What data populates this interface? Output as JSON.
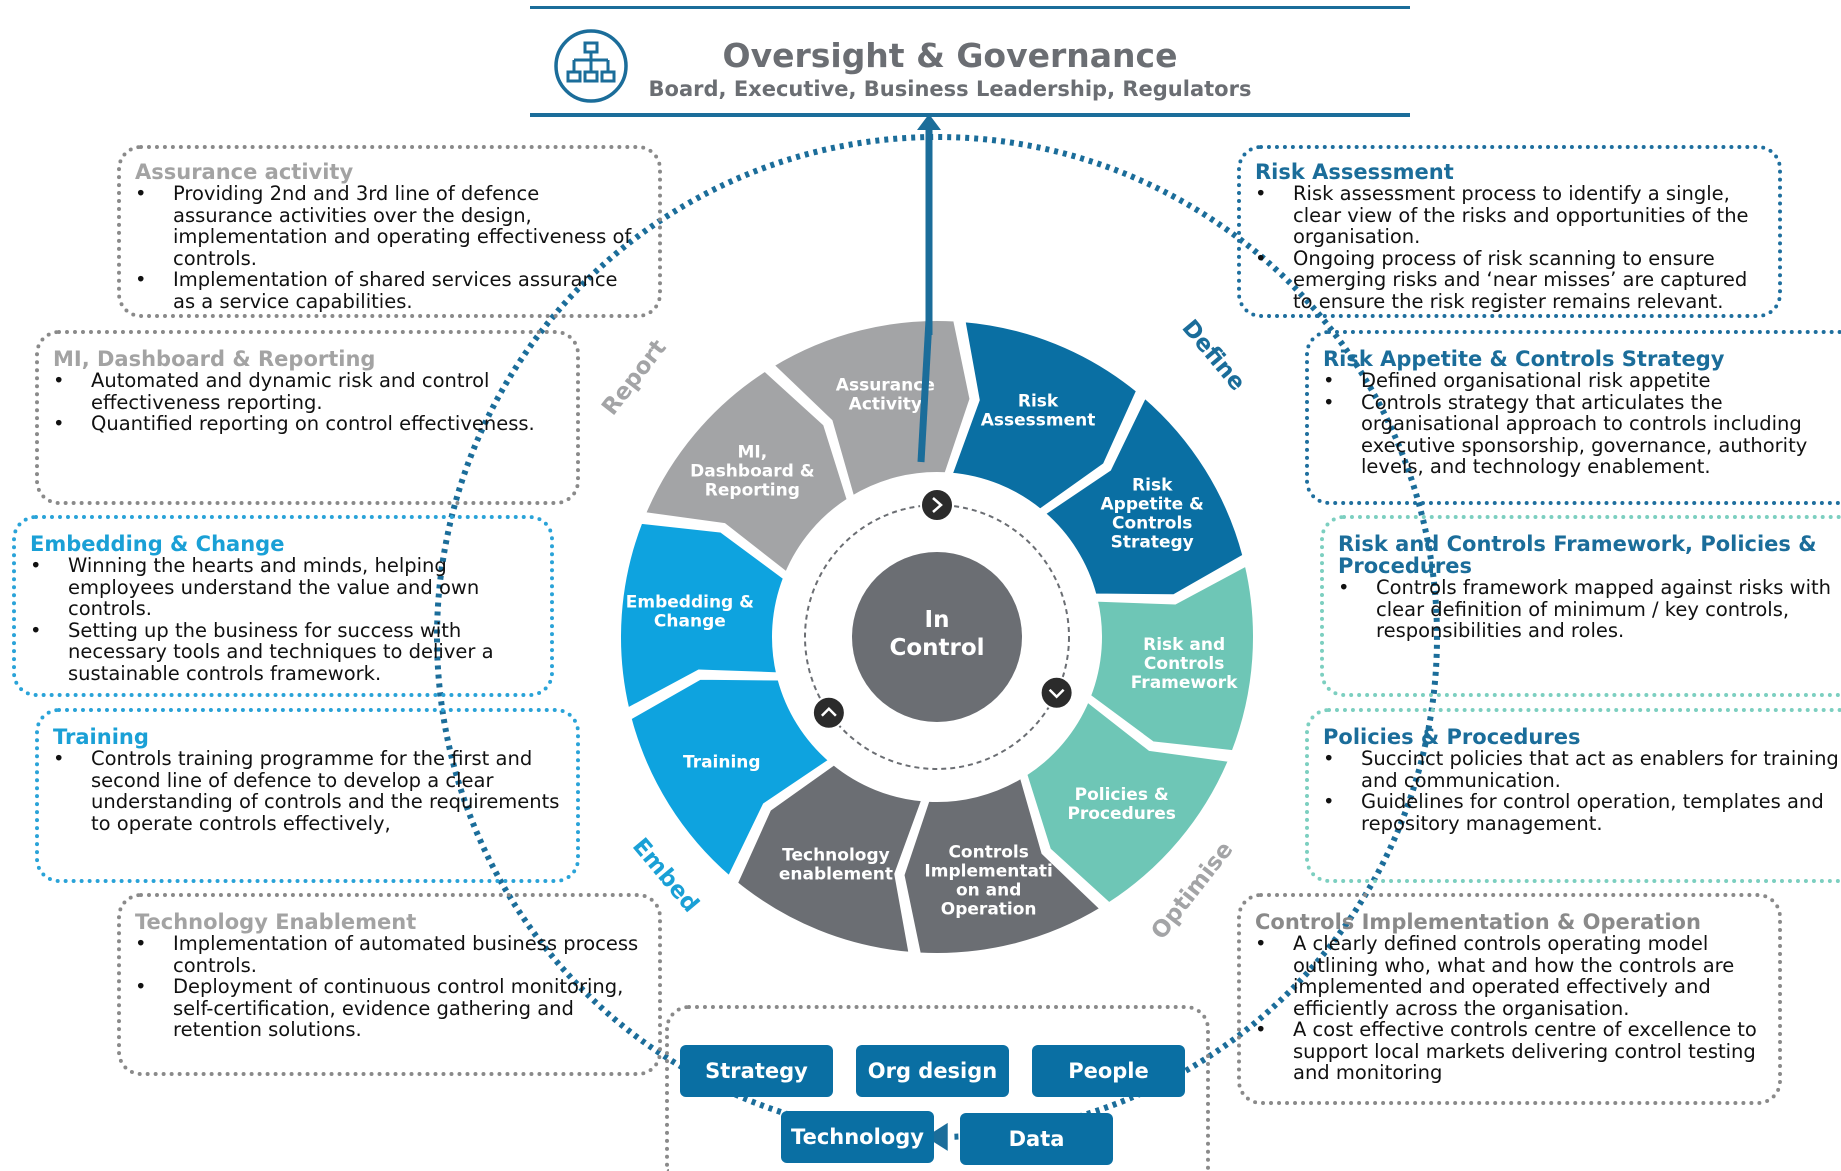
{
  "header": {
    "title": "Oversight & Governance",
    "subtitle": "Board, Executive, Business Leadership, Regulators",
    "icon": "org-chart-icon"
  },
  "center": {
    "line1": "In",
    "line2": "Control"
  },
  "phases": {
    "report": "Report",
    "define": "Define",
    "optimise": "Optimise",
    "embed": "Embed"
  },
  "segments": [
    {
      "lines": [
        "Risk",
        "Assessment"
      ],
      "color": "#0a6fa3"
    },
    {
      "lines": [
        "Risk",
        "Appetite &",
        "Controls",
        "Strategy"
      ],
      "color": "#0a6fa3"
    },
    {
      "lines": [
        "Risk and",
        "Controls",
        "Framework"
      ],
      "color": "#6ec6b6"
    },
    {
      "lines": [
        "Policies &",
        "Procedures"
      ],
      "color": "#6ec6b6"
    },
    {
      "lines": [
        "Controls",
        "Implementati",
        "on and",
        "Operation"
      ],
      "color": "#6b6e73"
    },
    {
      "lines": [
        "Technology",
        "enablement"
      ],
      "color": "#6b6e73"
    },
    {
      "lines": [
        "Training"
      ],
      "color": "#0ea3df"
    },
    {
      "lines": [
        "Embedding &",
        "Change"
      ],
      "color": "#0ea3df"
    },
    {
      "lines": [
        "MI,",
        "Dashboard &",
        "Reporting"
      ],
      "color": "#a3a4a6"
    },
    {
      "lines": [
        "Assurance",
        "Activity"
      ],
      "color": "#a3a4a6"
    }
  ],
  "boxes": {
    "assurance": {
      "title": "Assurance activity",
      "items": [
        "Providing 2nd and 3rd line  of defence assurance activities over the design, implementation and operating effectiveness of controls.",
        "Implementation of shared services assurance as a service capabilities."
      ]
    },
    "mi": {
      "title": "MI, Dashboard & Reporting",
      "items": [
        "Automated and dynamic risk and control effectiveness reporting.",
        "Quantified reporting on control effectiveness."
      ]
    },
    "embedding": {
      "title": "Embedding & Change",
      "items": [
        "Winning the hearts and minds, helping employees understand the value and own controls.",
        "Setting up the business for success with necessary tools and techniques to deliver a sustainable controls framework."
      ]
    },
    "training": {
      "title": "Training",
      "items": [
        "Controls training programme for the first and second line  of defence to develop a clear understanding of controls and the requirements to operate controls effectively,"
      ]
    },
    "technology": {
      "title": "Technology Enablement",
      "items": [
        "Implementation of automated business process controls.",
        "Deployment of continuous control monitoring, self-certification, evidence gathering and retention solutions."
      ]
    },
    "risk_assessment": {
      "title": "Risk Assessment",
      "items": [
        "Risk assessment process to identify  a single, clear view of the risks and opportunities of the organisation.",
        "Ongoing process of risk scanning to ensure emerging risks and ‘near misses’ are captured to ensure the risk register remains relevant."
      ]
    },
    "risk_appetite": {
      "title": "Risk Appetite & Controls Strategy",
      "items": [
        "Defined organisational risk appetite",
        "Controls strategy that articulates the organisational approach to controls including  executive sponsorship, governance, authority levels, and technology enablement."
      ]
    },
    "framework": {
      "title": "Risk and Controls Framework, Policies & Procedures",
      "items": [
        "Controls framework mapped against risks with clear definition  of minimum / key controls, responsibilities  and roles."
      ]
    },
    "policies": {
      "title": "Policies & Procedures",
      "items": [
        "Succinct policies that act as enablers for training and communication.",
        "Guidelines for control operation, templates and repository management."
      ]
    },
    "controls_impl": {
      "title": "Controls Implementation & Operation",
      "items": [
        "A clearly defined controls operating model outlining who, what and how the controls are implemented and operated effectively and efficiently across the organisation.",
        "A cost effective controls centre of excellence to support local markets delivering control testing and monitoring"
      ]
    }
  },
  "enablers": [
    "Strategy",
    "Org design",
    "People",
    "Technology",
    "Data"
  ]
}
